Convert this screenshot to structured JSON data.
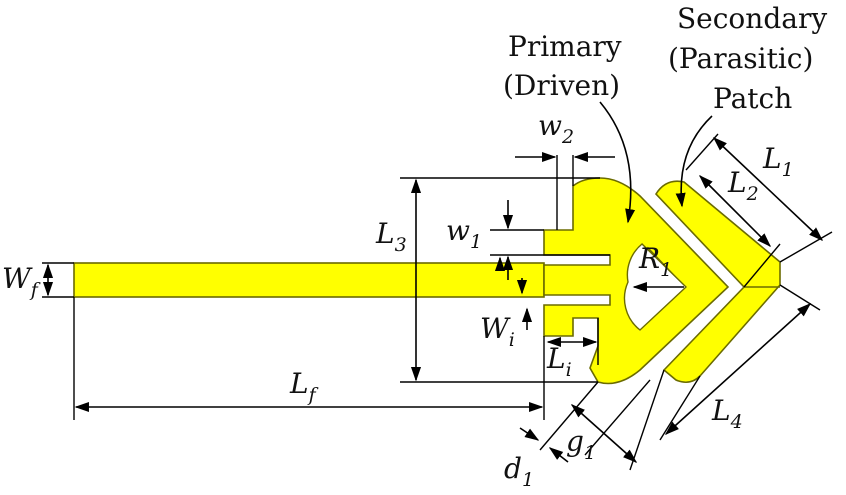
{
  "captions": {
    "primary_line1": "Primary",
    "primary_line2": "(Driven)",
    "secondary_line1": "Secondary",
    "secondary_line2": "(Parasitic)",
    "secondary_line3": "Patch"
  },
  "symbols": {
    "w2": {
      "base": "w",
      "sub": "2"
    },
    "w1": {
      "base": "w",
      "sub": "1"
    },
    "L3": {
      "base": "L",
      "sub": "3"
    },
    "Wf": {
      "base": "W",
      "sub": "f"
    },
    "R1": {
      "base": "R",
      "sub": "1"
    },
    "Wi": {
      "base": "W",
      "sub": "i"
    },
    "Li": {
      "base": "L",
      "sub": "i"
    },
    "Lf": {
      "base": "L",
      "sub": "f"
    },
    "L1": {
      "base": "L",
      "sub": "1"
    },
    "L2": {
      "base": "L",
      "sub": "2"
    },
    "L4": {
      "base": "L",
      "sub": "4"
    },
    "g1": {
      "base": "g",
      "sub": "1"
    },
    "d1": {
      "base": "d",
      "sub": "1"
    }
  },
  "colors": {
    "metal": "#ffff00",
    "outline": "#6b6b00",
    "dimension": "#000000"
  }
}
